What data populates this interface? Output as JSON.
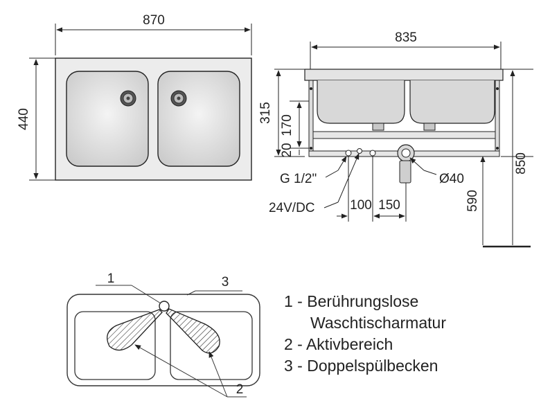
{
  "top_view": {
    "width_label": "870",
    "depth_label": "440"
  },
  "side_view": {
    "length_label": "835",
    "dim_315": "315",
    "dim_170": "170",
    "dim_20": "20",
    "thread_label": "G 1/2\"",
    "power_label": "24V/DC",
    "dim_100": "100",
    "dim_150": "150",
    "drain_label": "Ø40",
    "dim_590": "590",
    "dim_850": "850"
  },
  "schematic": {
    "callout_1": "1",
    "callout_2": "2",
    "callout_3": "3"
  },
  "legend": {
    "item_1_line1": "1 - Berührungslose",
    "item_1_line2": "Waschtischarmatur",
    "item_2": "2 - Aktivbereich",
    "item_3": "3 - Doppelspülbecken"
  },
  "colors": {
    "line": "#222222",
    "steel_fill": "#e9e9e9",
    "bowl_fill": "#d4d4d4"
  }
}
